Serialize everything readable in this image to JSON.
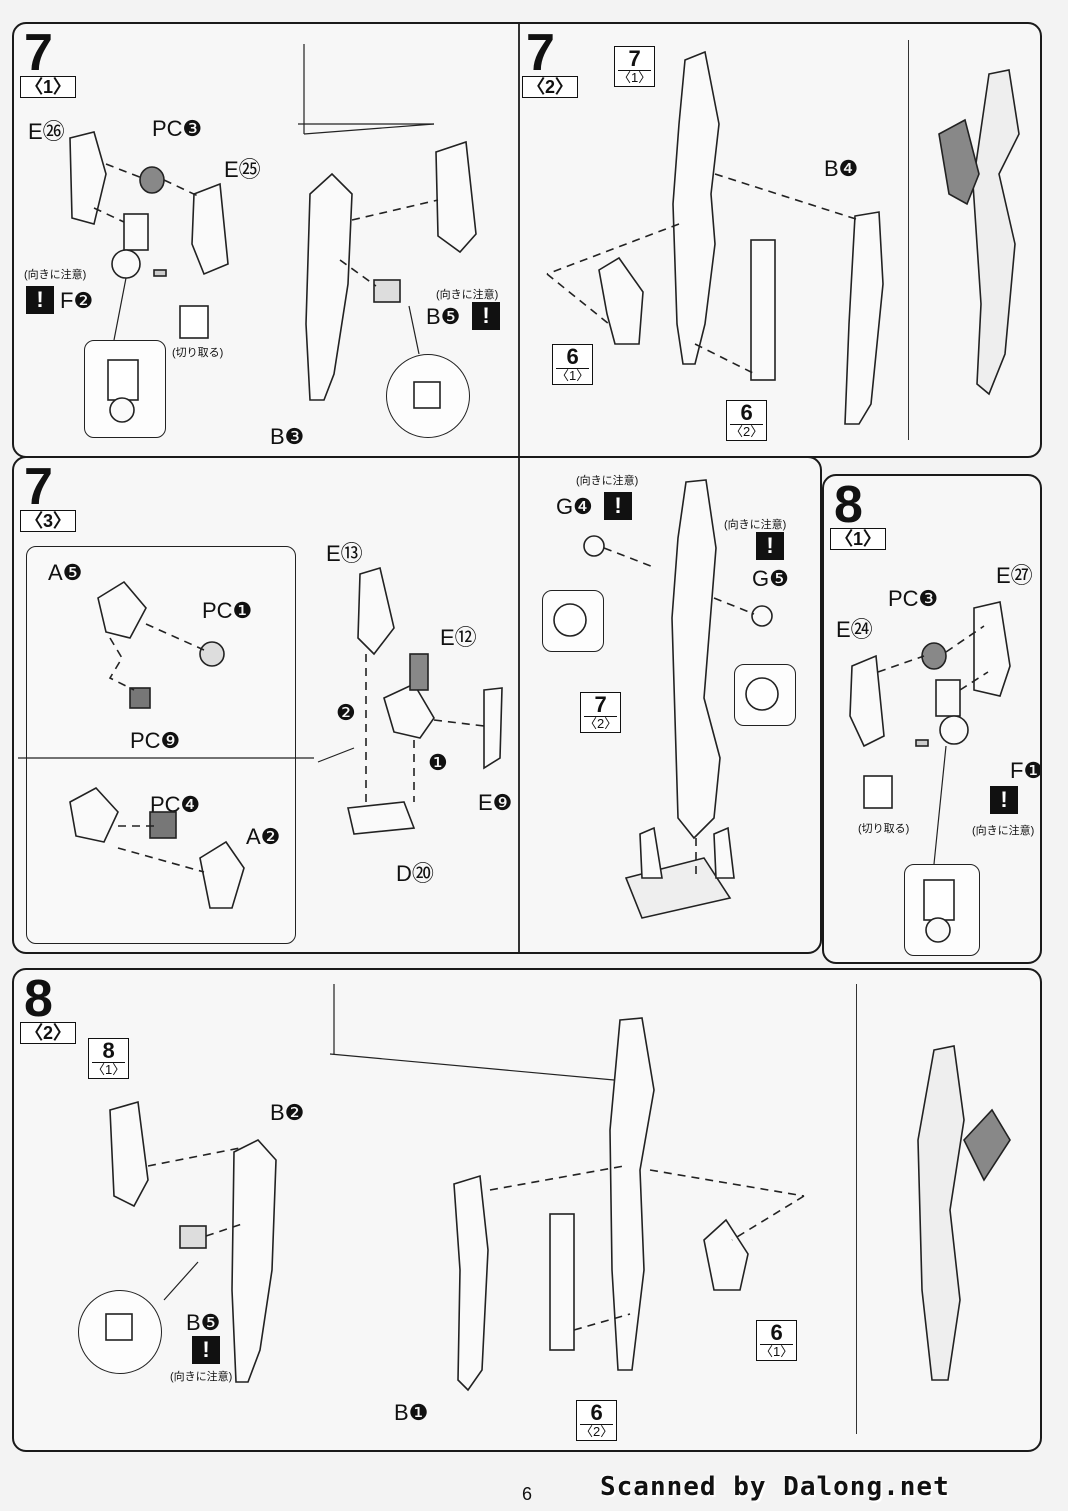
{
  "page_number": "6",
  "scan_credit": "Scanned by Dalong.net",
  "notes": {
    "orientation": "(向きに注意)",
    "cut": "(切り取る)"
  },
  "step7_1": {
    "num": "7",
    "sub": "〈1〉",
    "labels": {
      "e26": "E㉖",
      "pc3": "PC❸",
      "e25": "E㉕",
      "f2": "F❷",
      "b5": "B❺",
      "b3": "B❸"
    }
  },
  "step7_2": {
    "num": "7",
    "sub": "〈2〉",
    "ref_top": {
      "num": "7",
      "sub": "〈1〉"
    },
    "ref_left": {
      "num": "6",
      "sub": "〈1〉"
    },
    "ref_bottom": {
      "num": "6",
      "sub": "〈2〉"
    },
    "labels": {
      "b4": "B❹"
    }
  },
  "step7_3": {
    "num": "7",
    "sub": "〈3〉",
    "ref_mid": {
      "num": "7",
      "sub": "〈2〉"
    },
    "labels": {
      "a5": "A❺",
      "pc1": "PC❶",
      "pc9": "PC❾",
      "pc4": "PC❹",
      "a2": "A❷",
      "e13": "E⑬",
      "e12": "E⑫",
      "e9": "E❾",
      "d20": "D⑳",
      "g4": "G❹",
      "g5": "G❺",
      "n1": "❶",
      "n2": "❷"
    }
  },
  "step8_1": {
    "num": "8",
    "sub": "〈1〉",
    "labels": {
      "e27": "E㉗",
      "pc3": "PC❸",
      "e24": "E㉔",
      "f1": "F❶"
    }
  },
  "step8_2": {
    "num": "8",
    "sub": "〈2〉",
    "ref_top": {
      "num": "8",
      "sub": "〈1〉"
    },
    "ref_right": {
      "num": "6",
      "sub": "〈1〉"
    },
    "ref_bottom": {
      "num": "6",
      "sub": "〈2〉"
    },
    "labels": {
      "b2": "B❷",
      "b5": "B❺",
      "b1": "B❶"
    }
  }
}
